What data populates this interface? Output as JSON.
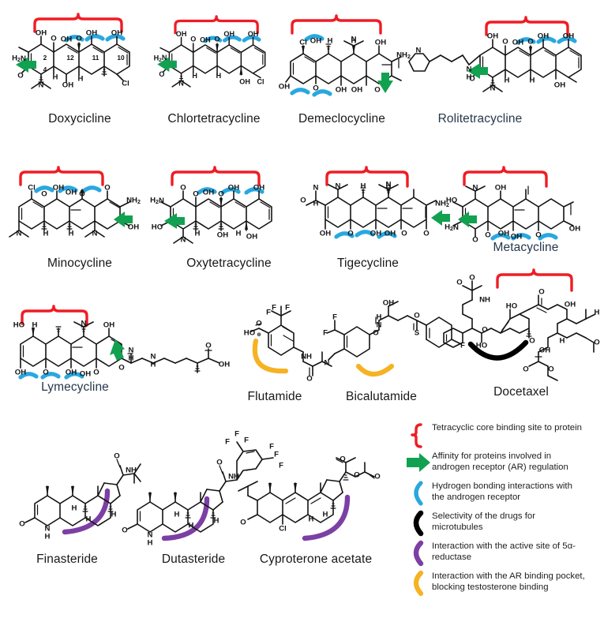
{
  "figure": {
    "title": "Drug structures with binding-site annotations",
    "background": "#ffffff"
  },
  "colors": {
    "bracket_red": "#ef1c24",
    "arrow_green": "#12a150",
    "arc_blue": "#29a8df",
    "arc_black": "#000000",
    "arc_purple": "#7c3fa4",
    "arc_yellow": "#f5b323",
    "label_black": "#17181a",
    "label_blue": "#26384b",
    "bond_black": "#131313"
  },
  "rows": [
    {
      "row": 1,
      "compounds": [
        {
          "name": "Doxycicline",
          "label_color": "black",
          "numbering": [
            "2",
            "4",
            "12",
            "11",
            "10"
          ],
          "markers": [
            "red-bracket",
            "green-arrow",
            "blue-arc",
            "blue-arc",
            "blue-arc"
          ],
          "atoms": [
            "OH",
            "O",
            "OH",
            "O",
            "OH",
            "OH",
            "H2N",
            "O",
            "N",
            "H",
            "OH",
            "H",
            "Cl"
          ]
        },
        {
          "name": "Chlortetracycline",
          "label_color": "black",
          "markers": [
            "red-bracket",
            "green-arrow",
            "blue-arc",
            "blue-arc",
            "blue-arc"
          ],
          "atoms": [
            "OH",
            "O",
            "OH",
            "O",
            "OH",
            "OH",
            "H2N",
            "O",
            "N",
            "H",
            "H",
            "OH",
            "Cl"
          ]
        },
        {
          "name": "Demeclocycline",
          "label_color": "black",
          "markers": [
            "red-bracket",
            "green-arrow",
            "blue-arc",
            "blue-arc",
            "blue-arc"
          ],
          "atoms": [
            "Cl",
            "OH",
            "H",
            "H",
            "N",
            "OH",
            "NH2",
            "OH",
            "O",
            "OH",
            "OH",
            "O",
            "O"
          ]
        },
        {
          "name": "Rolitetracycline",
          "label_color": "blue",
          "markers": [
            "red-bracket",
            "green-arrow",
            "blue-arc",
            "blue-arc",
            "blue-arc"
          ],
          "atoms": [
            "N",
            "N",
            "H",
            "OH",
            "O",
            "OH",
            "O",
            "OH",
            "OH",
            "O",
            "N",
            "H",
            "H",
            "OH"
          ]
        }
      ]
    },
    {
      "row": 2,
      "compounds": [
        {
          "name": "Minocycline",
          "label_color": "black",
          "markers": [
            "red-bracket",
            "green-arrow",
            "blue-arc",
            "blue-arc",
            "blue-arc"
          ],
          "atoms": [
            "Cl",
            "O",
            "OH",
            "OH",
            "O",
            "O",
            "NH2",
            "OH",
            "H",
            "H",
            "N",
            "N"
          ]
        },
        {
          "name": "Oxytetracycline",
          "label_color": "black",
          "markers": [
            "red-bracket",
            "green-arrow",
            "blue-arc",
            "blue-arc",
            "blue-arc"
          ],
          "atoms": [
            "O",
            "O",
            "OH",
            "O",
            "OH",
            "OH",
            "H2N",
            "HO",
            "N",
            "H",
            "OH",
            "H",
            "OH"
          ]
        },
        {
          "name": "Tigecycline",
          "label_color": "black",
          "markers": [
            "red-bracket",
            "green-arrow",
            "blue-arc",
            "blue-arc",
            "blue-arc"
          ],
          "atoms": [
            "N",
            "H",
            "N",
            "N",
            "H",
            "H",
            "N",
            "O",
            "OH",
            "O",
            "OH",
            "OH",
            "O",
            "O",
            "NH2",
            "OH"
          ]
        },
        {
          "name": "Metacycline",
          "label_color": "blue",
          "markers": [
            "red-bracket",
            "green-arrow",
            "blue-arc",
            "blue-arc",
            "blue-arc"
          ],
          "atoms": [
            "N",
            "OH",
            "HO",
            "H2N",
            "O",
            "O",
            "OH",
            "OH",
            "O",
            "OH"
          ]
        }
      ]
    },
    {
      "row": 3,
      "compounds": [
        {
          "name": "Lymecycline",
          "label_color": "blue",
          "markers": [
            "red-bracket",
            "green-arrow",
            "blue-arc",
            "blue-arc",
            "blue-arc"
          ],
          "atoms": [
            "HO",
            "H",
            "H",
            "N",
            "OH",
            "H",
            "N",
            "H",
            "N",
            "O",
            "OH",
            "OH",
            "O",
            "OH",
            "O",
            "O",
            "OH"
          ]
        },
        {
          "name": "Flutamide",
          "label_color": "black",
          "markers": [
            "yellow-arc"
          ],
          "atoms": [
            "F",
            "F",
            "F",
            "O",
            "N",
            "HO",
            "NH",
            "O"
          ]
        },
        {
          "name": "Bicalutamide",
          "label_color": "black",
          "markers": [
            "yellow-arc"
          ],
          "atoms": [
            "F",
            "F",
            "F",
            "N",
            "H",
            "N",
            "OH",
            "O",
            "S",
            "O",
            "O",
            "F"
          ]
        },
        {
          "name": "Docetaxel",
          "label_color": "black",
          "markers": [
            "red-bracket",
            "black-arc"
          ],
          "atoms": [
            "O",
            "O",
            "NH",
            "O",
            "HO",
            "O",
            "HO",
            "O",
            "OH",
            "H",
            "O",
            "OH",
            "O",
            "O",
            "O",
            "O"
          ]
        }
      ]
    },
    {
      "row": 4,
      "compounds": [
        {
          "name": "Finasteride",
          "label_color": "black",
          "markers": [
            "purple-arc"
          ],
          "atoms": [
            "O",
            "NH",
            "H",
            "H",
            "H",
            "O",
            "N",
            "H",
            "H"
          ]
        },
        {
          "name": "Dutasteride",
          "label_color": "black",
          "markers": [
            "purple-arc"
          ],
          "atoms": [
            "F",
            "F",
            "F",
            "F",
            "F",
            "F",
            "O",
            "NH",
            "H",
            "H",
            "H",
            "O",
            "N",
            "H",
            "H"
          ]
        },
        {
          "name": "Cyproterone acetate",
          "label_color": "black",
          "markers": [
            "purple-arc"
          ],
          "atoms": [
            "O",
            "O",
            "O",
            "O",
            "H",
            "H",
            "H",
            "O",
            "Cl"
          ]
        }
      ]
    }
  ],
  "legend": {
    "items": [
      {
        "icon": "red-bracket-icon",
        "color": "#ef1c24",
        "lines": [
          "Tetracyclic core binding site to protein"
        ]
      },
      {
        "icon": "green-arrow-icon",
        "color": "#12a150",
        "lines": [
          "Affinity for proteins involved in",
          "androgen receptor (AR) regulation"
        ]
      },
      {
        "icon": "blue-arc-icon",
        "color": "#29a8df",
        "lines": [
          "Hydrogen bonding interactions with",
          "the androgen receptor"
        ]
      },
      {
        "icon": "black-arc-icon",
        "color": "#000000",
        "lines": [
          "Selectivity of the drugs for",
          "microtubules"
        ]
      },
      {
        "icon": "purple-arc-icon",
        "color": "#7c3fa4",
        "lines": [
          "Interaction with the active site of 5α-",
          "reductase"
        ]
      },
      {
        "icon": "yellow-arc-icon",
        "color": "#f5b323",
        "lines": [
          "Interaction with the AR binding pocket,",
          "blocking testosterone binding"
        ]
      }
    ]
  }
}
